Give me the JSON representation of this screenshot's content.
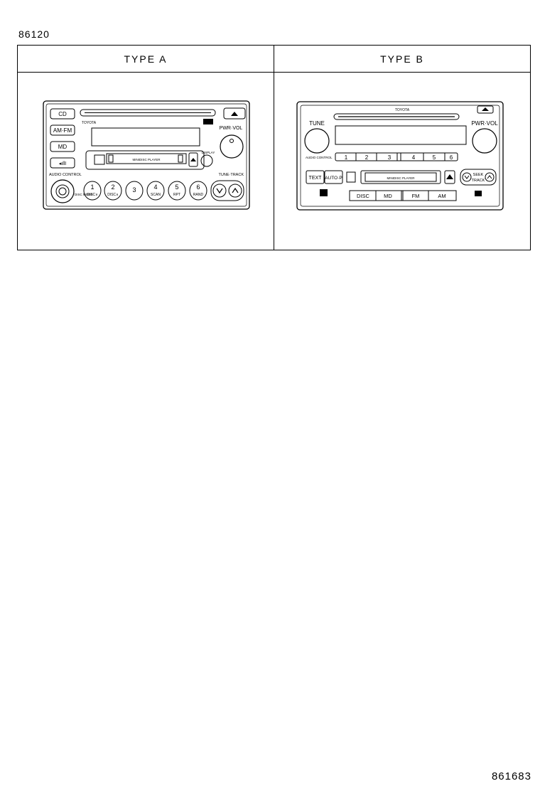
{
  "part_number": "86120",
  "figure_number": "861683",
  "columns": [
    {
      "header": "TYPE A"
    },
    {
      "header": "TYPE B"
    }
  ],
  "type_a": {
    "brand": "TOYOTA",
    "cd_button": "CD",
    "amfm_button": "AM·FM",
    "md_button": "MD",
    "eq_button": "◂ıllI",
    "pwr_vol": "PWR·VOL",
    "display_label": "DISPLAY",
    "md_player": "MINIDISC PLAYER",
    "audio_control": "AUDIO CONTROL",
    "tune_track": "TUNE·TRACK",
    "disc_mode": "DISC MODE",
    "presets": [
      {
        "num": "1",
        "sub": "DISC∨"
      },
      {
        "num": "2",
        "sub": "DISC∧"
      },
      {
        "num": "3",
        "sub": ""
      },
      {
        "num": "4",
        "sub": "SCAN"
      },
      {
        "num": "5",
        "sub": "RPT"
      },
      {
        "num": "6",
        "sub": "RAND"
      }
    ]
  },
  "type_b": {
    "brand": "TOYOTA",
    "tune": "TUNE",
    "pwr_vol": "PWR·VOL",
    "audio_control": "AUDIO CONTROL",
    "presets": [
      "1",
      "2",
      "3",
      "4",
      "5",
      "6"
    ],
    "text_button": "TEXT",
    "autop_button": "AUTO·P",
    "md_player": "MINIDISC PLAYER",
    "seek": "SEEK",
    "track": "TRACK",
    "bottom_buttons": [
      "DISC",
      "MD",
      "FM",
      "AM"
    ]
  }
}
